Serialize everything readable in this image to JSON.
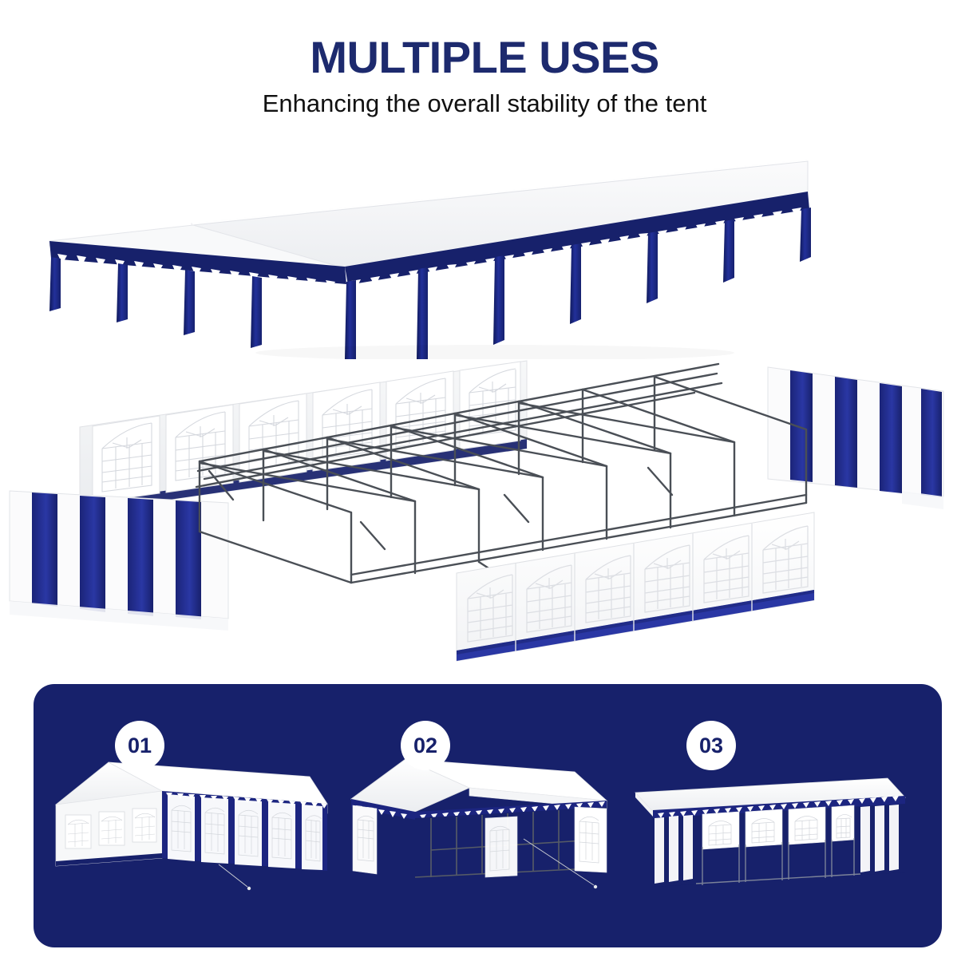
{
  "header": {
    "title": "MULTIPLE USES",
    "subtitle": "Enhancing the overall stability of the tent"
  },
  "colors": {
    "navy": "#17216b",
    "navy_text": "#1d2a6e",
    "panel_bg": "#17216b",
    "white": "#ffffff",
    "frame_grey": "#4a4f56",
    "panel_shade": "#eceef1",
    "subtitle_text": "#111111"
  },
  "hero": {
    "canopy": {
      "name": "tent-canopy-isometric",
      "description": "White gable canopy roof with navy scalloped valance and navy leg covers",
      "leg_count": 12,
      "valance_color": "#17216b",
      "roof_color": "#ffffff"
    },
    "frame": {
      "name": "tent-frame-with-sidewalls",
      "description": "Grey steel frame with white window sidewalls and navy-white striped end walls",
      "window_panels_back": 6,
      "window_panels_front": 6,
      "striped_panels": 2,
      "stripes_per_panel": 5,
      "frame_color": "#4a4f56",
      "trim_color": "#17216b"
    }
  },
  "uses": {
    "items": [
      {
        "number": "01",
        "art_name": "tent-fully-enclosed",
        "variant": "enclosed",
        "description": "Fully enclosed marquee with navy and white walls and arched windows"
      },
      {
        "number": "02",
        "art_name": "tent-open-sides",
        "variant": "open-sides",
        "description": "Marquee with open sides showing interior frame"
      },
      {
        "number": "03",
        "art_name": "tent-side-elevation",
        "variant": "elevation",
        "description": "Side elevation of marquee with roof and open lower section"
      }
    ]
  }
}
